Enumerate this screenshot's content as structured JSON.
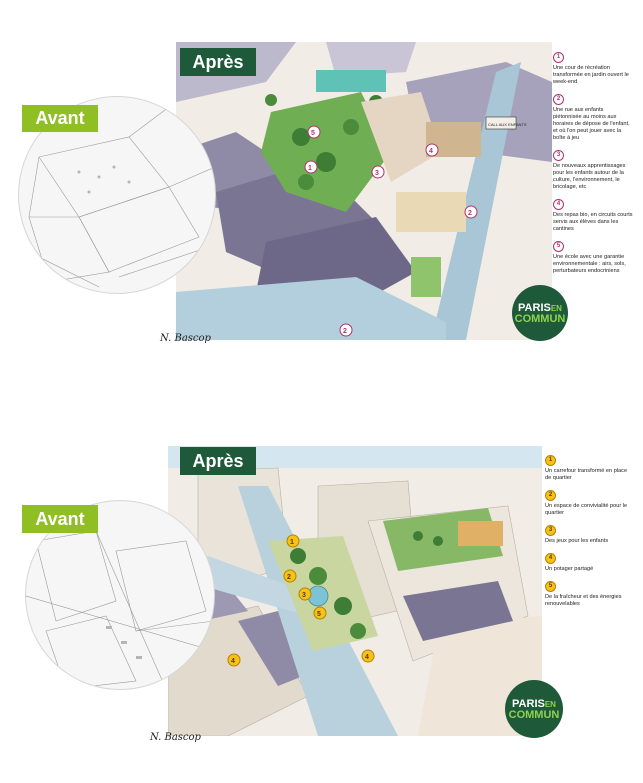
{
  "top": {
    "label_avant": "Avant",
    "label_apres": "Après",
    "signature": "N. Bascop",
    "legend": [
      {
        "n": "1",
        "text": "Une cour de récréation transformée en jardin ouvert le week-end"
      },
      {
        "n": "2",
        "text": "Une rue aux enfants piétonnisée au moins aux horaires de dépose de l'enfant, et où l'on peut jouer avec la boîte à jeu"
      },
      {
        "n": "3",
        "text": "De nouveaux apprentissages pour les enfants autour de la culture, l'environnement, le bricolage, etc"
      },
      {
        "n": "4",
        "text": "Des repas bio, en circuits courts servis aux élèves dans les cantines"
      },
      {
        "n": "5",
        "text": "Une école avec une garantie environnementale : airs, sols, perturbateurs endocriniens"
      }
    ],
    "sign_text": "CALL AUX ENFANTS",
    "logo_a": "PARIS",
    "logo_b": "EN",
    "logo_c": "COMMUN"
  },
  "bottom": {
    "label_avant": "Avant",
    "label_apres": "Après",
    "signature": "N. Bascop",
    "legend": [
      {
        "n": "1",
        "text": "Un carrefour transformé en place de quartier"
      },
      {
        "n": "2",
        "text": "Un espace de convivialité pour le quartier"
      },
      {
        "n": "3",
        "text": "Des jeux pour les enfants"
      },
      {
        "n": "4",
        "text": "Un potager partagé"
      },
      {
        "n": "5",
        "text": "De la fraîcheur et des énergies renouvelables"
      }
    ],
    "logo_a": "PARIS",
    "logo_b": "EN",
    "logo_c": "COMMUN"
  }
}
